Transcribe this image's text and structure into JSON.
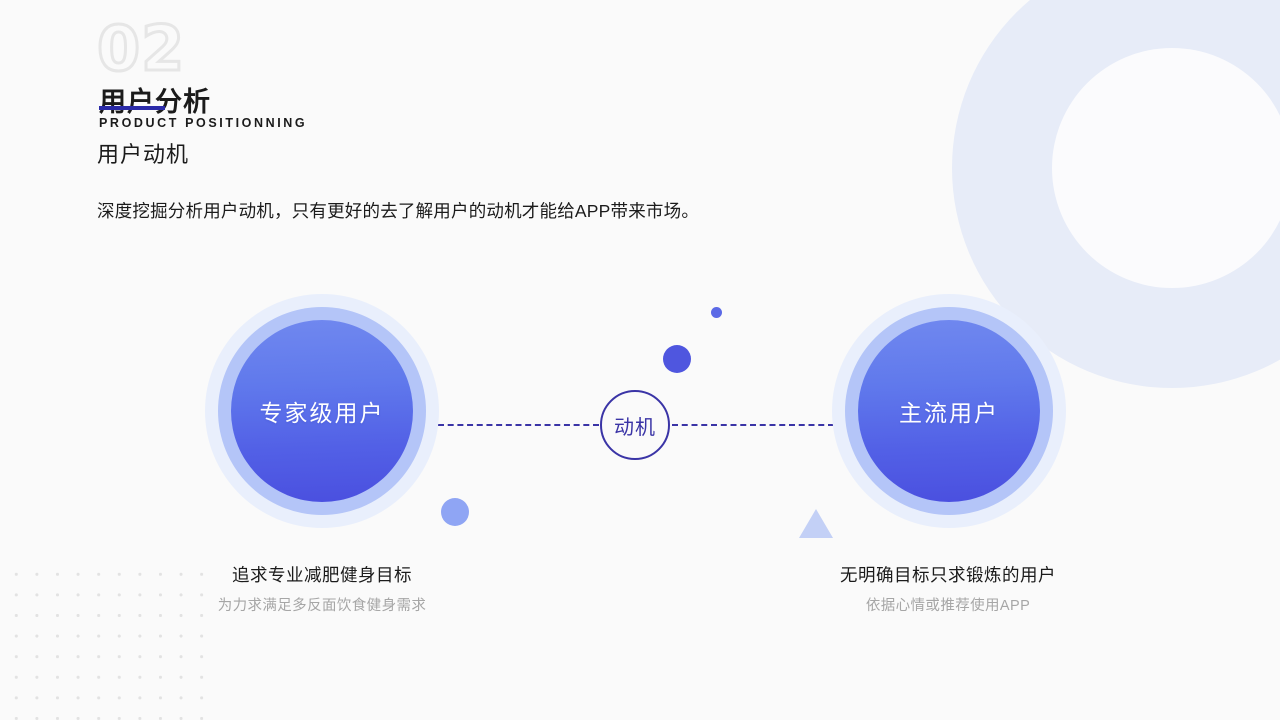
{
  "slide": {
    "background_color": "#fafafa",
    "accent_color": "#4f56df",
    "underline_color": "#2a2aa8",
    "node_color": "#3a34a6"
  },
  "header": {
    "number": "02",
    "title": "用户分析",
    "subtitle": "PRODUCT  POSITIONNING"
  },
  "section": {
    "title": "用户动机",
    "body": "深度挖掘分析用户动机，只有更好的去了解用户的动机才能给APP带来市场。"
  },
  "diagram": {
    "left_node": {
      "label": "专家级用户",
      "caption_main": "追求专业减肥健身目标",
      "caption_sub": "为力求满足多反面饮食健身需求"
    },
    "center_node": {
      "label": "动机"
    },
    "right_node": {
      "label": "主流用户",
      "caption_main": "无明确目标只求锻炼的用户",
      "caption_sub": "依据心情或推荐使用APP"
    }
  },
  "decorations": {
    "ring_top_right": "large-ring-shape",
    "dot_grid": "dot-grid-pattern",
    "tiny_dot": "small-blue-dot",
    "solid_dot": "blue-dot",
    "light_dot": "light-blue-dot",
    "triangle": "light-blue-triangle"
  }
}
